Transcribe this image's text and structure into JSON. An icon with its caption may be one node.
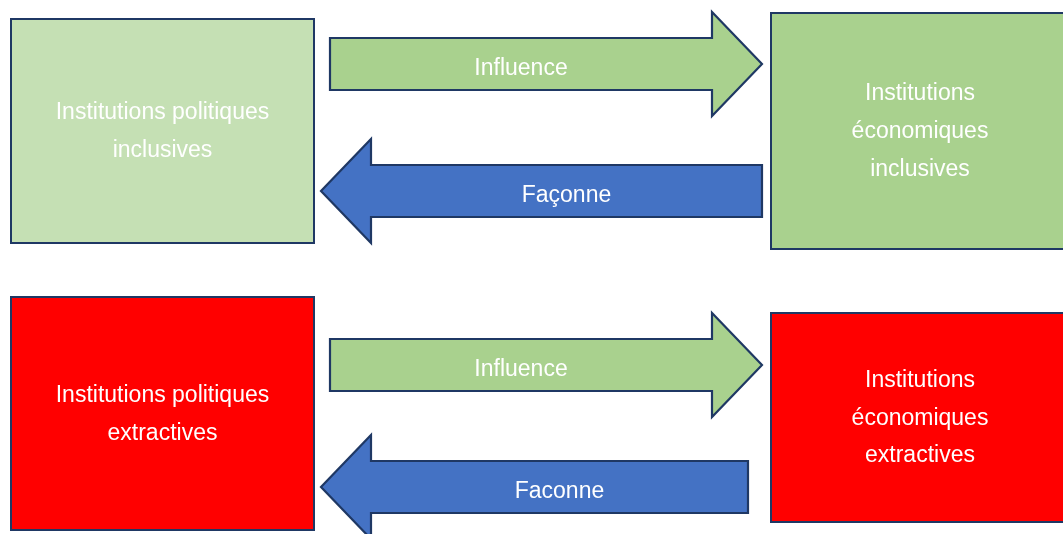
{
  "diagram": {
    "nodes": [
      {
        "text": [
          "Institutions politiques inclusives"
        ]
      },
      {
        "text": [
          "Institutions économiques inclusives"
        ]
      },
      {
        "text": [
          "Institutions politiques extractives"
        ]
      },
      {
        "text": [
          "Institutions économiques extractives"
        ]
      }
    ],
    "edges": [
      {
        "from": 0,
        "to": 1,
        "arrow": "to",
        "label": "Influence",
        "color": "#a9d18e"
      },
      {
        "from": 1,
        "to": 0,
        "arrow": "to",
        "label": "Façonne",
        "color": "#4472c4"
      },
      {
        "from": 2,
        "to": 3,
        "arrow": "to",
        "label": "Influence",
        "color": "#a9d18e"
      },
      {
        "from": 3,
        "to": 2,
        "arrow": "to",
        "label": "Faconne",
        "color": "#4472c4"
      }
    ]
  }
}
